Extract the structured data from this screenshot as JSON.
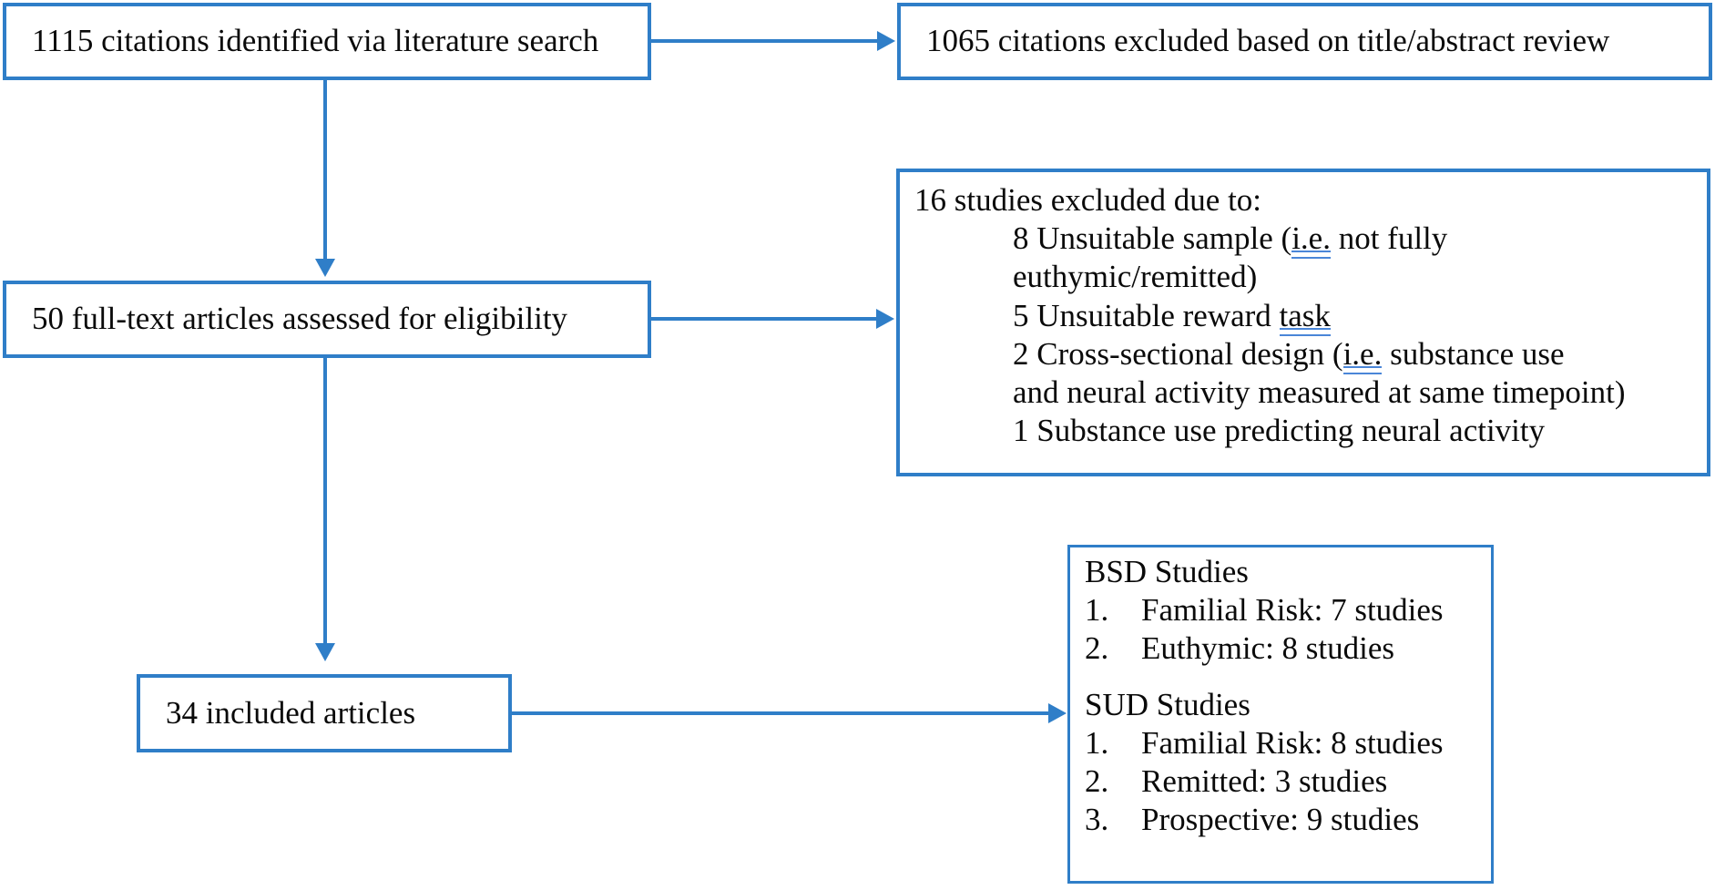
{
  "diagram": {
    "title": "PRISMA study selection flow diagram",
    "accent_color": "#2f7ec8",
    "text_color": "#0a0a0a",
    "background_color": "#ffffff",
    "grammar_underline_color": "#4a86d8"
  },
  "boxes": {
    "identified": {
      "id": "citations-identified",
      "text": "1115 citations identified via literature search",
      "count": 1115
    },
    "excluded_title_abstract": {
      "id": "citations-excluded",
      "text": "1065 citations excluded based on title/abstract review",
      "count": 1065
    },
    "full_text_assessed": {
      "id": "full-text-assessed",
      "text": "50 full-text articles assessed for eligibility",
      "count": 50
    },
    "studies_excluded": {
      "id": "studies-excluded",
      "heading": "16 studies excluded due to:",
      "count": 16,
      "reasons": [
        {
          "lines": [
            "8 Unsuitable sample (",
            "i.e.",
            " not fully"
          ],
          "flagged": "i.e.",
          "count": 8
        },
        {
          "lines": [
            "euthymic/remitted)"
          ],
          "count": null
        },
        {
          "lines": [
            "5 Unsuitable reward ",
            "task",
            ""
          ],
          "flagged": "task",
          "count": 5
        },
        {
          "lines": [
            "2 Cross-sectional design (",
            "i.e.",
            " substance use"
          ],
          "flagged": "i.e.",
          "count": 2
        },
        {
          "lines": [
            "and neural activity measured at same timepoint)"
          ],
          "count": null
        },
        {
          "lines": [
            "1 Substance use predicting neural activity"
          ],
          "count": 1
        }
      ],
      "plain_lines": [
        "8 Unsuitable sample (i.e. not fully",
        "euthymic/remitted)",
        "5 Unsuitable reward task",
        "2 Cross-sectional design (i.e. substance use",
        "and neural activity measured at same timepoint)",
        "1 Substance use predicting neural activity"
      ]
    },
    "included": {
      "id": "included-articles",
      "text": "34 included articles",
      "count": 34
    },
    "results": {
      "id": "included-study-breakdown",
      "groups": [
        {
          "heading": "BSD Studies",
          "items": [
            {
              "num": "1.",
              "label": "Familial Risk: 7 studies",
              "count": 7
            },
            {
              "num": "2.",
              "label": "Euthymic: 8 studies",
              "count": 8
            }
          ]
        },
        {
          "heading": "SUD Studies",
          "items": [
            {
              "num": "1.",
              "label": "Familial Risk: 8 studies",
              "count": 8
            },
            {
              "num": "2.",
              "label": "Remitted: 3 studies",
              "count": 3
            },
            {
              "num": "3.",
              "label": "Prospective: 9 studies",
              "count": 9
            }
          ]
        }
      ]
    }
  },
  "connectors": [
    {
      "name": "identified-to-excluded",
      "type": "arrow-right"
    },
    {
      "name": "identified-to-full-text",
      "type": "arrow-down"
    },
    {
      "name": "full-text-to-studies-excluded",
      "type": "arrow-right"
    },
    {
      "name": "full-text-to-included",
      "type": "arrow-down"
    },
    {
      "name": "included-to-results",
      "type": "arrow-right"
    }
  ]
}
